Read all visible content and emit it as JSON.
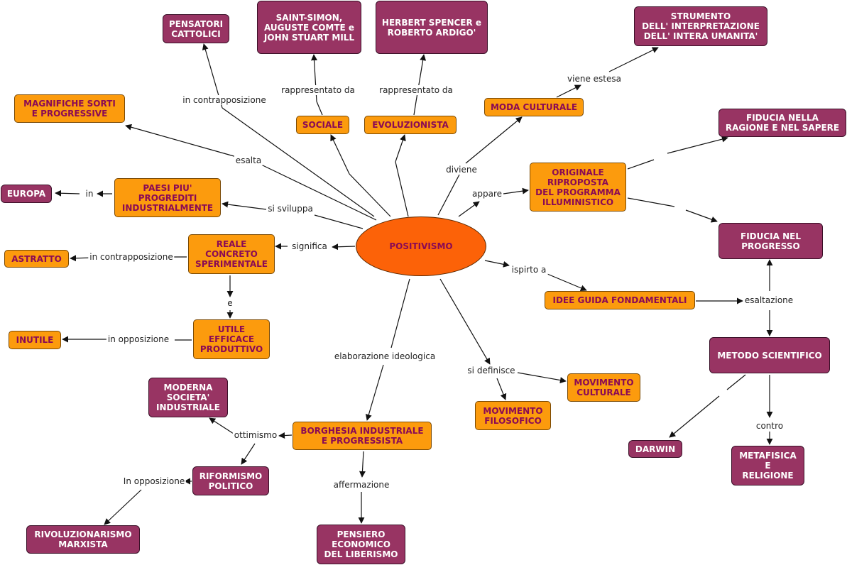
{
  "nodes": {
    "positivismo": "POSITIVISMO",
    "pensatori_cattolici": "PENSATORI\nCATTOLICI",
    "saint_simon": "SAINT-SIMON,\nAUGUSTE COMTE e\nJOHN STUART MILL",
    "spencer": "HERBERT SPENCER e\nROBERTO ARDIGO'",
    "strumento": "STRUMENTO\nDELL' INTERPRETAZIONE\nDELL' INTERA UMANITA'",
    "magnifiche": "MAGNIFICHE SORTI\nE PROGRESSIVE",
    "sociale": "SOCIALE",
    "evoluzionista": "EVOLUZIONISTA",
    "moda_culturale": "MODA CULTURALE",
    "fiducia_ragione": "FIDUCIA NELLA\nRAGIONE E NEL SAPERE",
    "europa": "EUROPA",
    "paesi": "PAESI PIU'\nPROGREDITI\nINDUSTRIALMENTE",
    "originale": "ORIGINALE\nRIPROPOSTA\nDEL PROGRAMMA\nILLUMINISTICO",
    "fiducia_progresso": "FIDUCIA NEL\nPROGRESSO",
    "astratto": "ASTRATTO",
    "reale": "REALE\nCONCRETO\nSPERIMENTALE",
    "idee_guida": "IDEE GUIDA FONDAMENTALI",
    "inutile": "INUTILE",
    "utile": "UTILE\nEFFICACE\nPRODUTTIVO",
    "metodo": "METODO SCIENTIFICO",
    "moderna": "MODERNA\nSOCIETA'\nINDUSTRIALE",
    "movimento_culturale": "MOVIMENTO\nCULTURALE",
    "movimento_filosofico": "MOVIMENTO\nFILOSOFICO",
    "borghesia": "BORGHESIA INDUSTRIALE\nE PROGRESSISTA",
    "darwin": "DARWIN",
    "metafisica": "METAFISICA\nE\nRELIGIONE",
    "riformismo": "RIFORMISMO\nPOLITICO",
    "rivoluzionarismo": "RIVOLUZIONARISMO\nMARXISTA",
    "pensiero": "PENSIERO\nECONOMICO\nDEL LIBERISMO"
  },
  "links": {
    "in_contrapposizione_top": "in contrapposizione",
    "rappresentato_da_1": "rappresentato da",
    "rappresentato_da_2": "rappresentato da",
    "viene_estesa": "viene estesa",
    "esalta": "esalta",
    "diviene": "diviene",
    "appare": "appare",
    "in": "in",
    "si_sviluppa": "si sviluppa",
    "significa": "significa",
    "in_contrapposizione_left": "in contrapposizione",
    "ispirto_a": "ispirto a",
    "e": "e",
    "esaltazione": "esaltazione",
    "in_opposizione": "in opposizione",
    "elaborazione": "elaborazione ideologica",
    "si_definisce": "si definisce",
    "ottimismo": "ottimismo",
    "contro": "contro",
    "in_opposizione_cap": "In opposizione",
    "affermazione": "affermazione"
  },
  "colors": {
    "concept_magenta": "#983463",
    "concept_orange": "#fc9b0d",
    "central_ellipse": "#fc6208",
    "line": "#111111"
  }
}
